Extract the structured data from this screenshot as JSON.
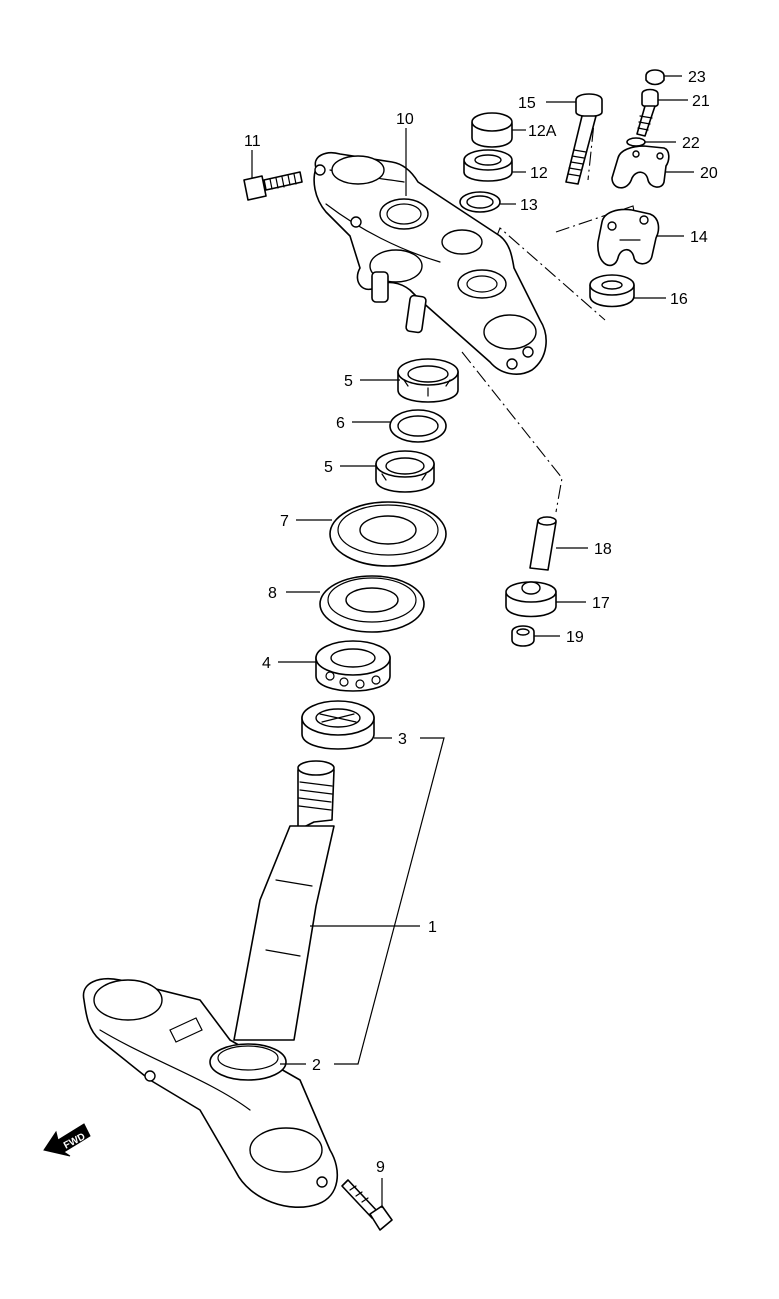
{
  "diagram": {
    "callouts": [
      {
        "id": "c23",
        "text": "23"
      },
      {
        "id": "c21",
        "text": "21"
      },
      {
        "id": "c22",
        "text": "22"
      },
      {
        "id": "c20",
        "text": "20"
      },
      {
        "id": "c15",
        "text": "15"
      },
      {
        "id": "c12a",
        "text": "12A"
      },
      {
        "id": "c12",
        "text": "12"
      },
      {
        "id": "c13",
        "text": "13"
      },
      {
        "id": "c14",
        "text": "14"
      },
      {
        "id": "c16",
        "text": "16"
      },
      {
        "id": "c10",
        "text": "10"
      },
      {
        "id": "c11",
        "text": "11"
      },
      {
        "id": "c5a",
        "text": "5"
      },
      {
        "id": "c6",
        "text": "6"
      },
      {
        "id": "c5b",
        "text": "5"
      },
      {
        "id": "c7",
        "text": "7"
      },
      {
        "id": "c8",
        "text": "8"
      },
      {
        "id": "c4",
        "text": "4"
      },
      {
        "id": "c3",
        "text": "3"
      },
      {
        "id": "c18",
        "text": "18"
      },
      {
        "id": "c17",
        "text": "17"
      },
      {
        "id": "c19",
        "text": "19"
      },
      {
        "id": "c1",
        "text": "1"
      },
      {
        "id": "c2",
        "text": "2"
      },
      {
        "id": "c9",
        "text": "9"
      }
    ],
    "fwd_arrow": {
      "text": "FWD",
      "icon": "fwd-arrow-icon"
    }
  }
}
